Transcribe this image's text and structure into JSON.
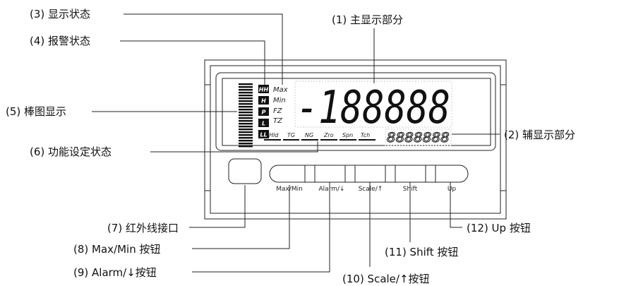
{
  "labels": {
    "main_display": "(1) 主显示部分",
    "sub_display": "(2) 辅显示部分",
    "display_status": "(3) 显示状态",
    "alarm_status": "(4) 报警状态",
    "bar_graph": "(5) 棒图显示",
    "function_status": "(6) 功能设定状态",
    "ir_port": "(7) 红外线接口",
    "maxmin_button": "(8) Max/Min 按钮",
    "alarm_button": "(9) Alarm/↓按钮",
    "scale_button": "(10) Scale/↑按钮",
    "shift_button": "(11) Shift 按钮",
    "up_button": "(12) Up 按钮"
  },
  "display": {
    "main_value": "-188888",
    "sub_value": "8888888",
    "status_items": [
      "Max",
      "Min",
      "FZ",
      "TZ"
    ],
    "alarm_badges": [
      "HH",
      "H",
      "P",
      "L",
      "LL"
    ],
    "function_items": [
      "Hld",
      "TG",
      "NG",
      "Zro",
      "Spn",
      "Tch"
    ]
  },
  "buttons": {
    "maxmin": "Max/Min",
    "alarm": "Alarm/↓",
    "scale": "Scale/↑",
    "shift": "Shift",
    "up": "Up"
  }
}
